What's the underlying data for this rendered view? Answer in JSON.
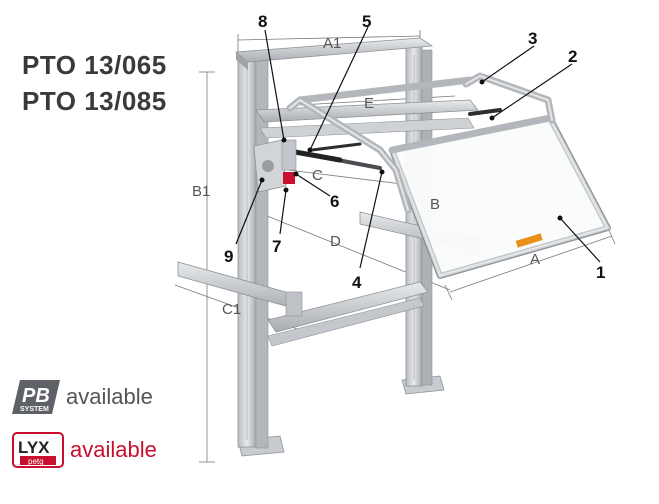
{
  "product_codes": [
    "PTO 13/065",
    "PTO 13/085"
  ],
  "callouts": {
    "n1": "1",
    "n2": "2",
    "n3": "3",
    "n4": "4",
    "n5": "5",
    "n6": "6",
    "n7": "7",
    "n8": "8",
    "n9": "9"
  },
  "dimensions": {
    "A": "A",
    "A1": "A1",
    "B": "B",
    "B1": "B1",
    "C": "C",
    "C1": "C1",
    "D": "D",
    "E": "E"
  },
  "badges": {
    "pb": {
      "logo_text": "PB",
      "logo_sub": "SYSTEM",
      "label": "available",
      "label_color": "#555555"
    },
    "lyx": {
      "logo_text": "LYX",
      "logo_sub": "petg",
      "label": "available",
      "label_color": "#c8102e"
    }
  },
  "colors": {
    "frame": "#c9ccd0",
    "frame_dark": "#8e9297",
    "accent_red": "#c8102e",
    "accent_orange": "#e8901a"
  }
}
